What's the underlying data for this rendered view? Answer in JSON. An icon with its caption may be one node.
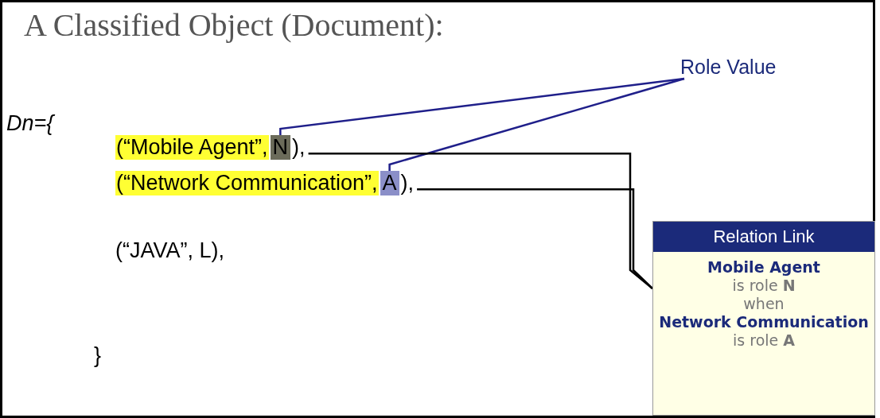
{
  "diagram": {
    "title": "A Classified Object (Document):",
    "nodes": [
      {
        "text": [
          "Role Value"
        ]
      },
      {
        "text": [
          "(“Mobile Agent”,",
          "),"
        ]
      },
      {
        "text": [
          "N"
        ]
      },
      {
        "text": [
          "(“Network Communication”,",
          "),"
        ]
      },
      {
        "text": [
          "A"
        ]
      },
      {
        "text": [
          "Relation Link",
          "Mobile Agent",
          "is role **N**",
          "when",
          "Network Communication",
          "is role **A**"
        ]
      }
    ],
    "edges": [
      {
        "from": 0,
        "to": 2,
        "arrow": "none",
        "color": "#1f1f8a"
      },
      {
        "from": 0,
        "to": 4,
        "arrow": "none",
        "color": "#1f1f8a"
      },
      {
        "from": 1,
        "to": 5,
        "arrow": "none",
        "color": "#000000"
      },
      {
        "from": 3,
        "to": 5,
        "arrow": "none",
        "color": "#000000"
      }
    ],
    "labels": [
      "Dn={",
      "(“JAVA”, L),",
      "}"
    ]
  }
}
